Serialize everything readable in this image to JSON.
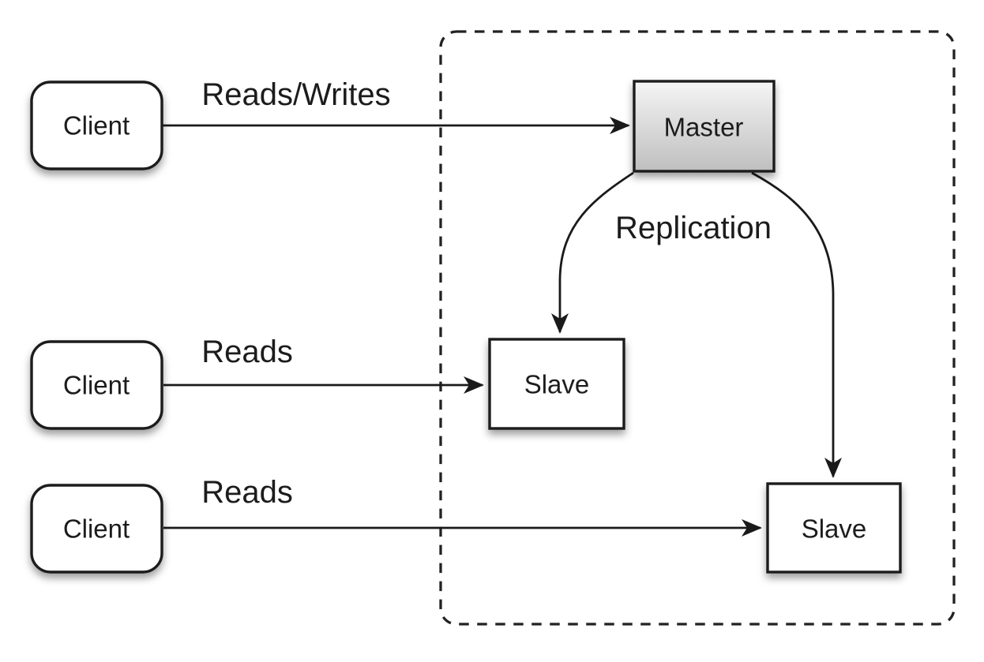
{
  "diagram": {
    "type": "master-slave-replication",
    "colors": {
      "background": "#ffffff",
      "line": "#1a1a1a",
      "text": "#1c1c1c",
      "node_fill": "#ffffff",
      "master_gradient_top": "#f5f5f5",
      "master_gradient_bottom": "#bfbfbf",
      "shadow": "#000000"
    },
    "nodes": {
      "client1": {
        "label": "Client"
      },
      "client2": {
        "label": "Client"
      },
      "client3": {
        "label": "Client"
      },
      "master": {
        "label": "Master"
      },
      "slave1": {
        "label": "Slave"
      },
      "slave2": {
        "label": "Slave"
      }
    },
    "edges": {
      "client1_master": {
        "label": "Reads/Writes"
      },
      "client2_slave1": {
        "label": "Reads"
      },
      "client3_slave2": {
        "label": "Reads"
      },
      "master_slaves": {
        "label": "Replication"
      }
    }
  }
}
